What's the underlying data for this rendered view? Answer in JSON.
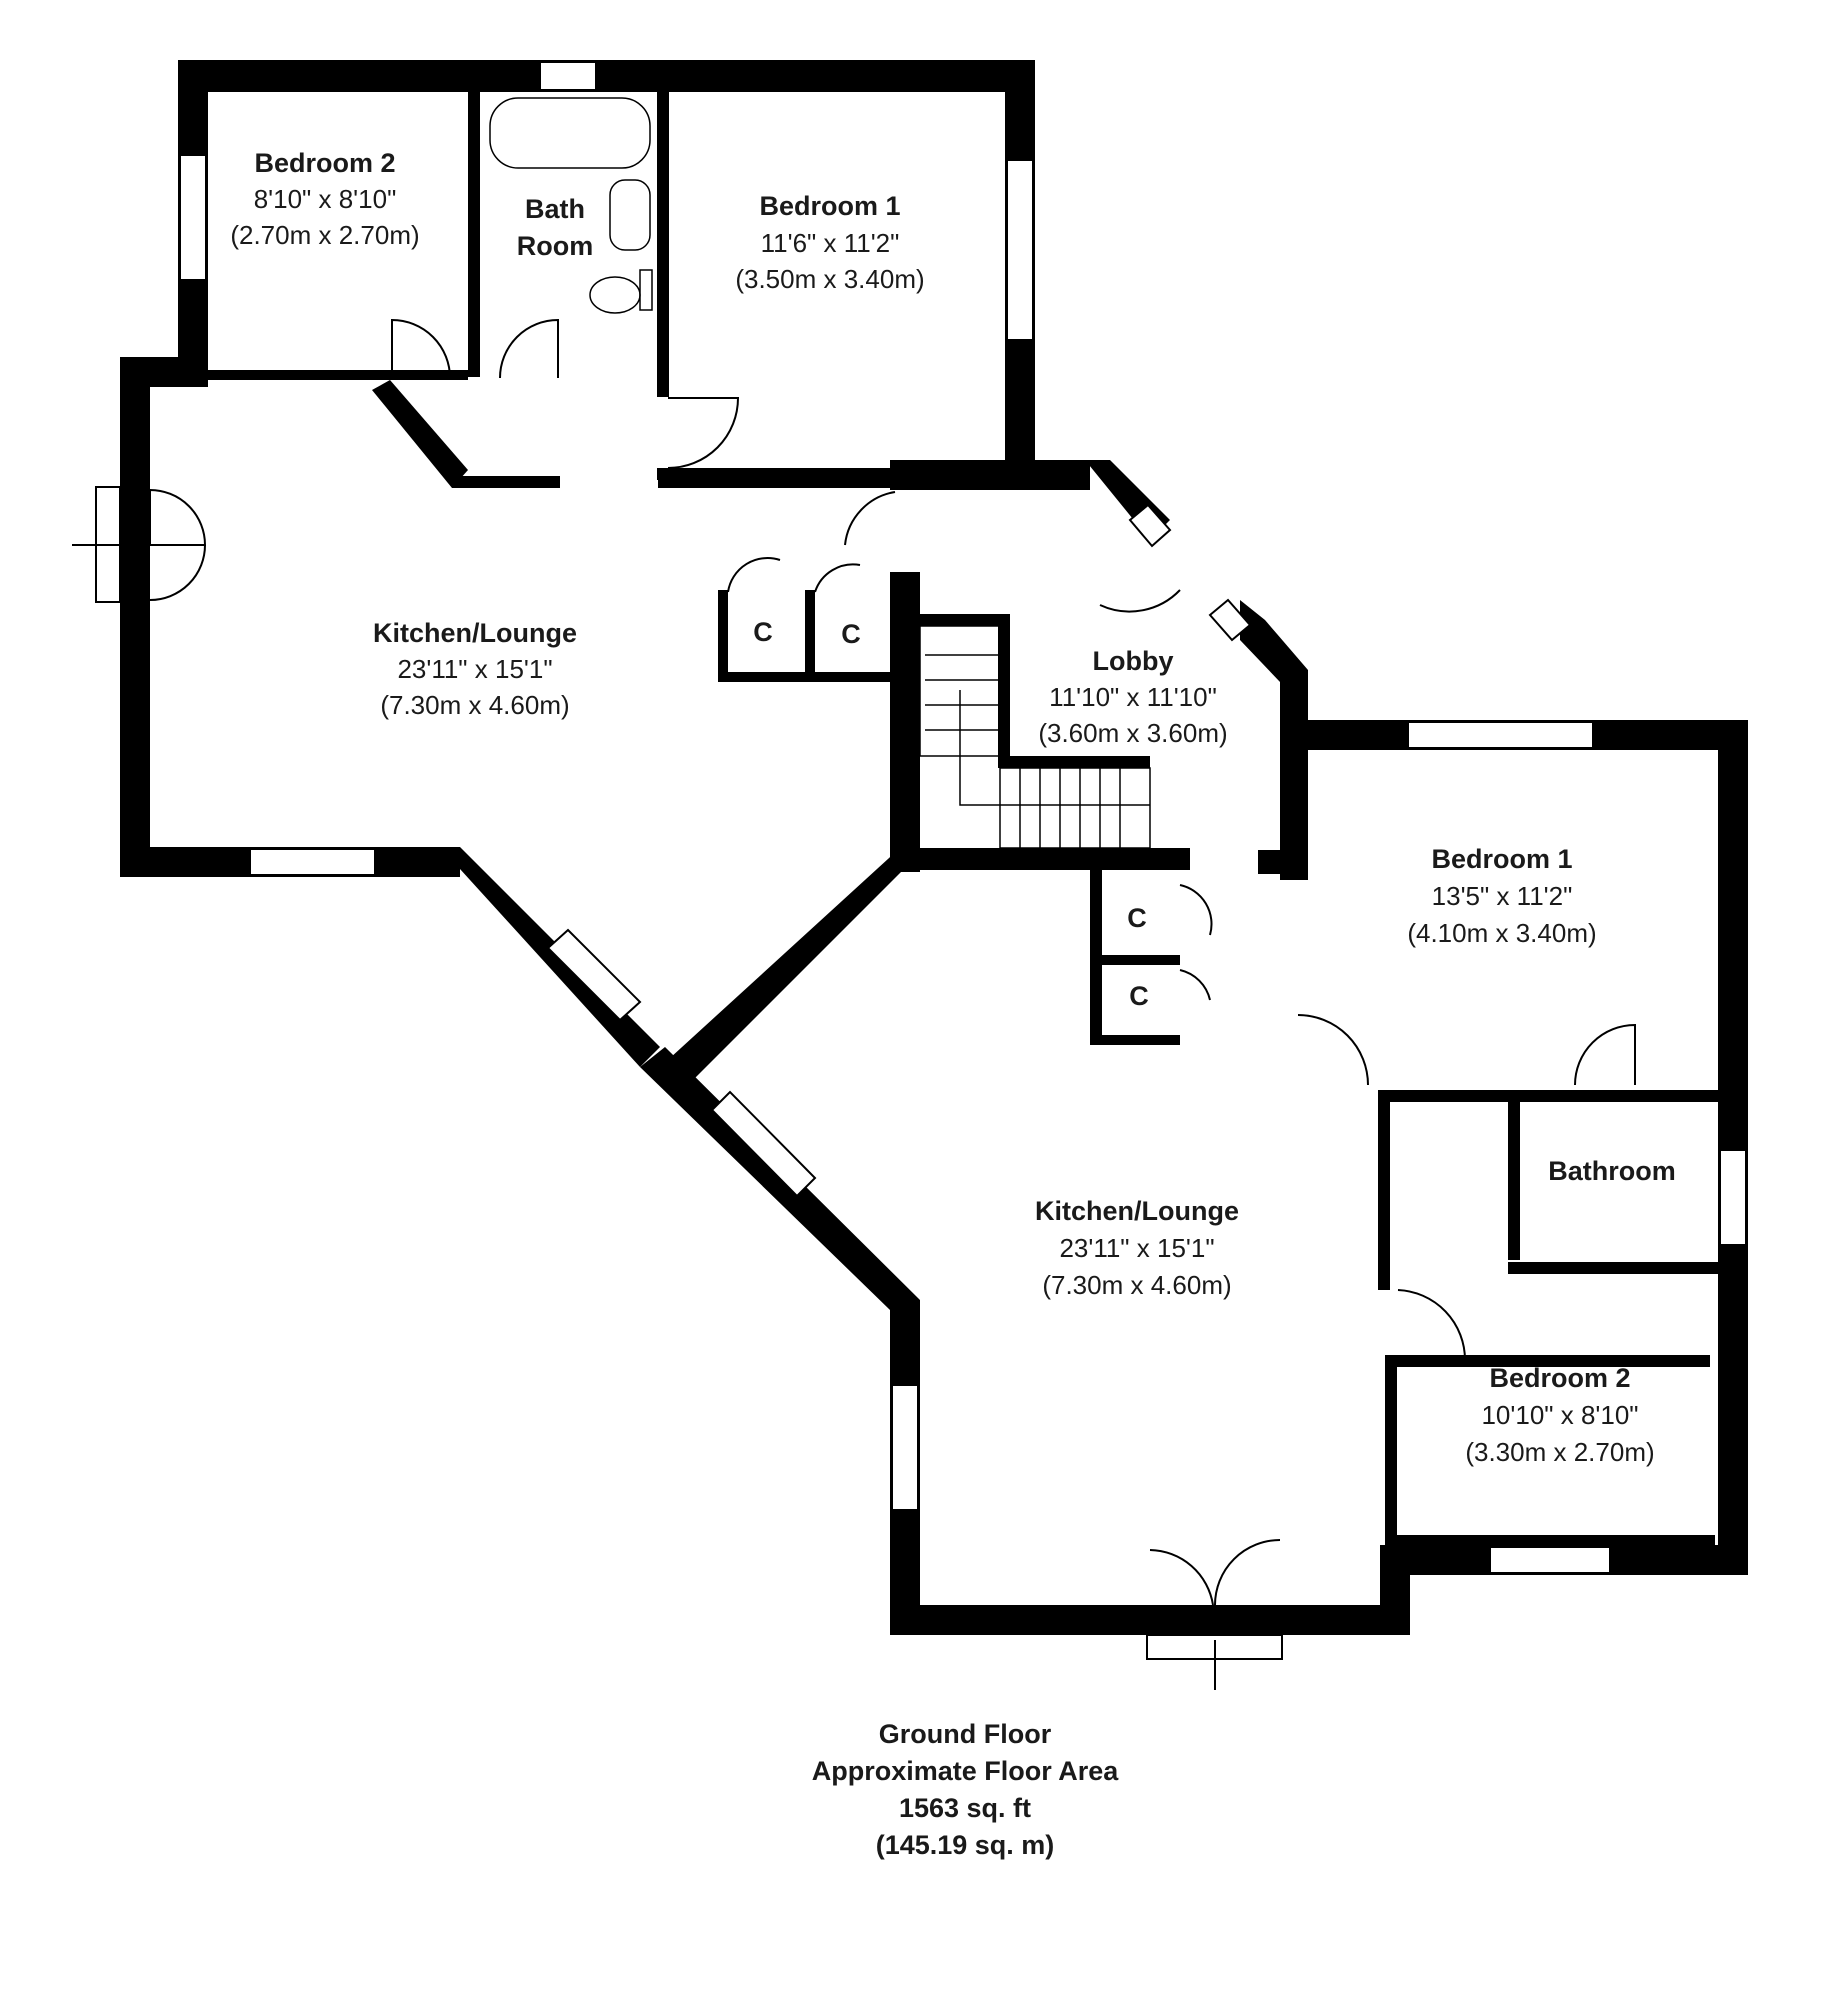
{
  "rooms": {
    "bedroom2_top": {
      "name": "Bedroom 2",
      "imperial": "8'10\" x 8'10\"",
      "metric": "(2.70m x 2.70m)"
    },
    "bathroom_top": {
      "name_line1": "Bath",
      "name_line2": "Room"
    },
    "bedroom1_top": {
      "name": "Bedroom 1",
      "imperial": "11'6\" x 11'2\"",
      "metric": "(3.50m x 3.40m)"
    },
    "kitchen_top": {
      "name": "Kitchen/Lounge",
      "imperial": "23'11\" x 15'1\"",
      "metric": "(7.30m x 4.60m)"
    },
    "lobby": {
      "name": "Lobby",
      "imperial": "11'10\" x 11'10\"",
      "metric": "(3.60m x 3.60m)"
    },
    "bedroom1_right": {
      "name": "Bedroom 1",
      "imperial": "13'5\" x 11'2\"",
      "metric": "(4.10m x 3.40m)"
    },
    "bathroom_right": {
      "name": "Bathroom"
    },
    "kitchen_bottom": {
      "name": "Kitchen/Lounge",
      "imperial": "23'11\" x 15'1\"",
      "metric": "(7.30m x 4.60m)"
    },
    "bedroom2_right": {
      "name": "Bedroom 2",
      "imperial": "10'10\" x 8'10\"",
      "metric": "(3.30m x 2.70m)"
    }
  },
  "cupboards": [
    "C",
    "C",
    "C",
    "C"
  ],
  "caption": {
    "line1": "Ground Floor",
    "line2": "Approximate Floor Area",
    "line3": "1563 sq. ft",
    "line4": "(145.19 sq. m)"
  }
}
